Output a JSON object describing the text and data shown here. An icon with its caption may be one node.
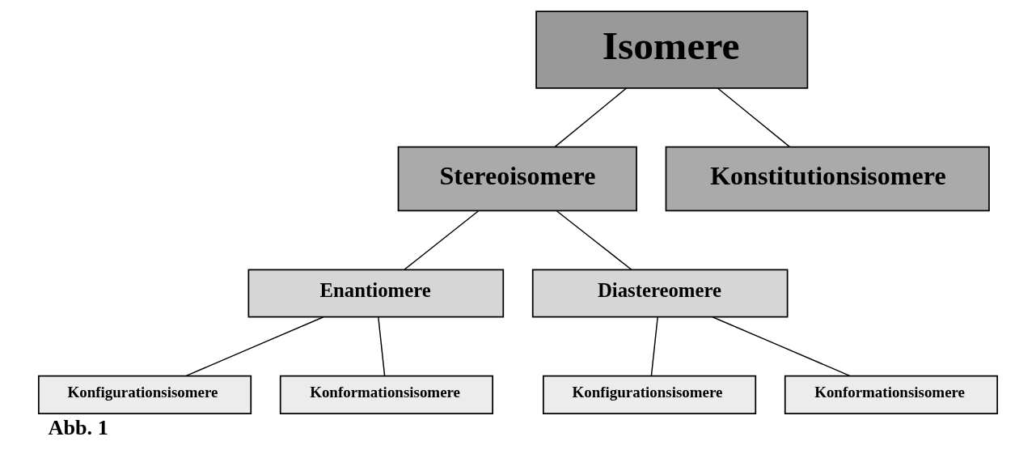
{
  "diagram": {
    "caption": "Abb. 1",
    "nodes": [
      {
        "text": [
          "Isomere"
        ]
      },
      {
        "text": [
          "Stereoisomere"
        ]
      },
      {
        "text": [
          "Konstitutionsisomere"
        ]
      },
      {
        "text": [
          "Enantiomere"
        ]
      },
      {
        "text": [
          "Diastereomere"
        ]
      },
      {
        "text": [
          "Konfigurationsisomere"
        ]
      },
      {
        "text": [
          "Konformationsisomere"
        ]
      },
      {
        "text": [
          "Konfigurationsisomere"
        ]
      },
      {
        "text": [
          "Konformationsisomere"
        ]
      }
    ],
    "edges": [
      {
        "from": 0,
        "to": 1,
        "arrow": "none"
      },
      {
        "from": 0,
        "to": 2,
        "arrow": "none"
      },
      {
        "from": 1,
        "to": 3,
        "arrow": "none"
      },
      {
        "from": 1,
        "to": 4,
        "arrow": "none"
      },
      {
        "from": 3,
        "to": 5,
        "arrow": "none"
      },
      {
        "from": 3,
        "to": 6,
        "arrow": "none"
      },
      {
        "from": 4,
        "to": 7,
        "arrow": "none"
      },
      {
        "from": 4,
        "to": 8,
        "arrow": "none"
      }
    ]
  }
}
